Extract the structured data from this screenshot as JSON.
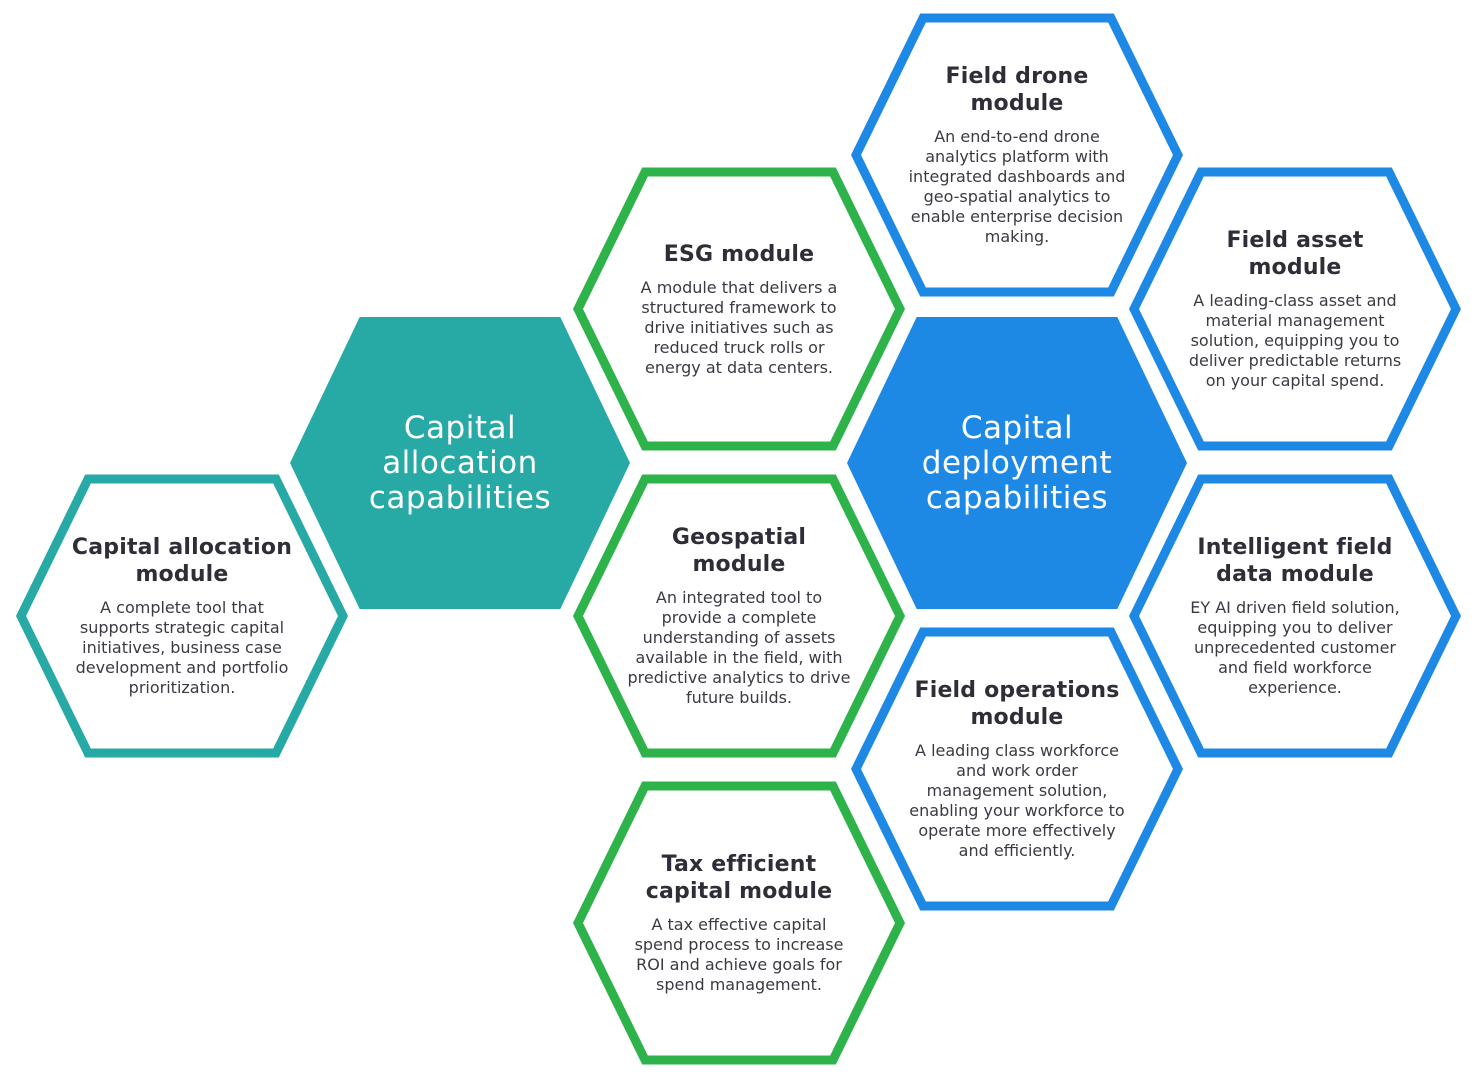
{
  "colors": {
    "teal": "#27a9a6",
    "green": "#2db34a",
    "blue": "#1e88e5",
    "text": "#2e2e38"
  },
  "hubs": [
    {
      "title": "Capital allocation capabilities",
      "color": "#27a9a6"
    },
    {
      "title": "Capital deployment capabilities",
      "color": "#1e88e5"
    }
  ],
  "modules": [
    {
      "title": "Capital allocation module",
      "body": "A complete tool that supports strategic capital initiatives, business case development and portfolio prioritization.",
      "color": "#27a9a6"
    },
    {
      "title": "ESG module",
      "body": "A module that delivers a structured framework to drive initiatives such as reduced truck rolls or energy at data centers.",
      "color": "#2db34a"
    },
    {
      "title": "Geospatial module",
      "body": "An integrated tool to provide a complete understanding of assets available in the field, with predictive analytics to drive future builds.",
      "color": "#2db34a"
    },
    {
      "title": "Tax efficient capital module",
      "body": "A tax effective capital spend process to increase ROI and achieve goals for spend management.",
      "color": "#2db34a"
    },
    {
      "title": "Field drone module",
      "body": "An end-to-end drone analytics platform with integrated dashboards and geo-spatial analytics to enable enterprise decision making.",
      "color": "#1e88e5"
    },
    {
      "title": "Field operations module",
      "body": "A leading class workforce and work order management solution, enabling your workforce to operate more effectively and efficiently.",
      "color": "#1e88e5"
    },
    {
      "title": "Field asset module",
      "body": "A leading-class asset and material management solution, equipping you to deliver predictable returns on your capital spend.",
      "color": "#1e88e5"
    },
    {
      "title": "Intelligent field data module",
      "body": "EY AI driven field solution, equipping you to deliver unprecedented customer and field workforce experience.",
      "color": "#1e88e5"
    }
  ]
}
